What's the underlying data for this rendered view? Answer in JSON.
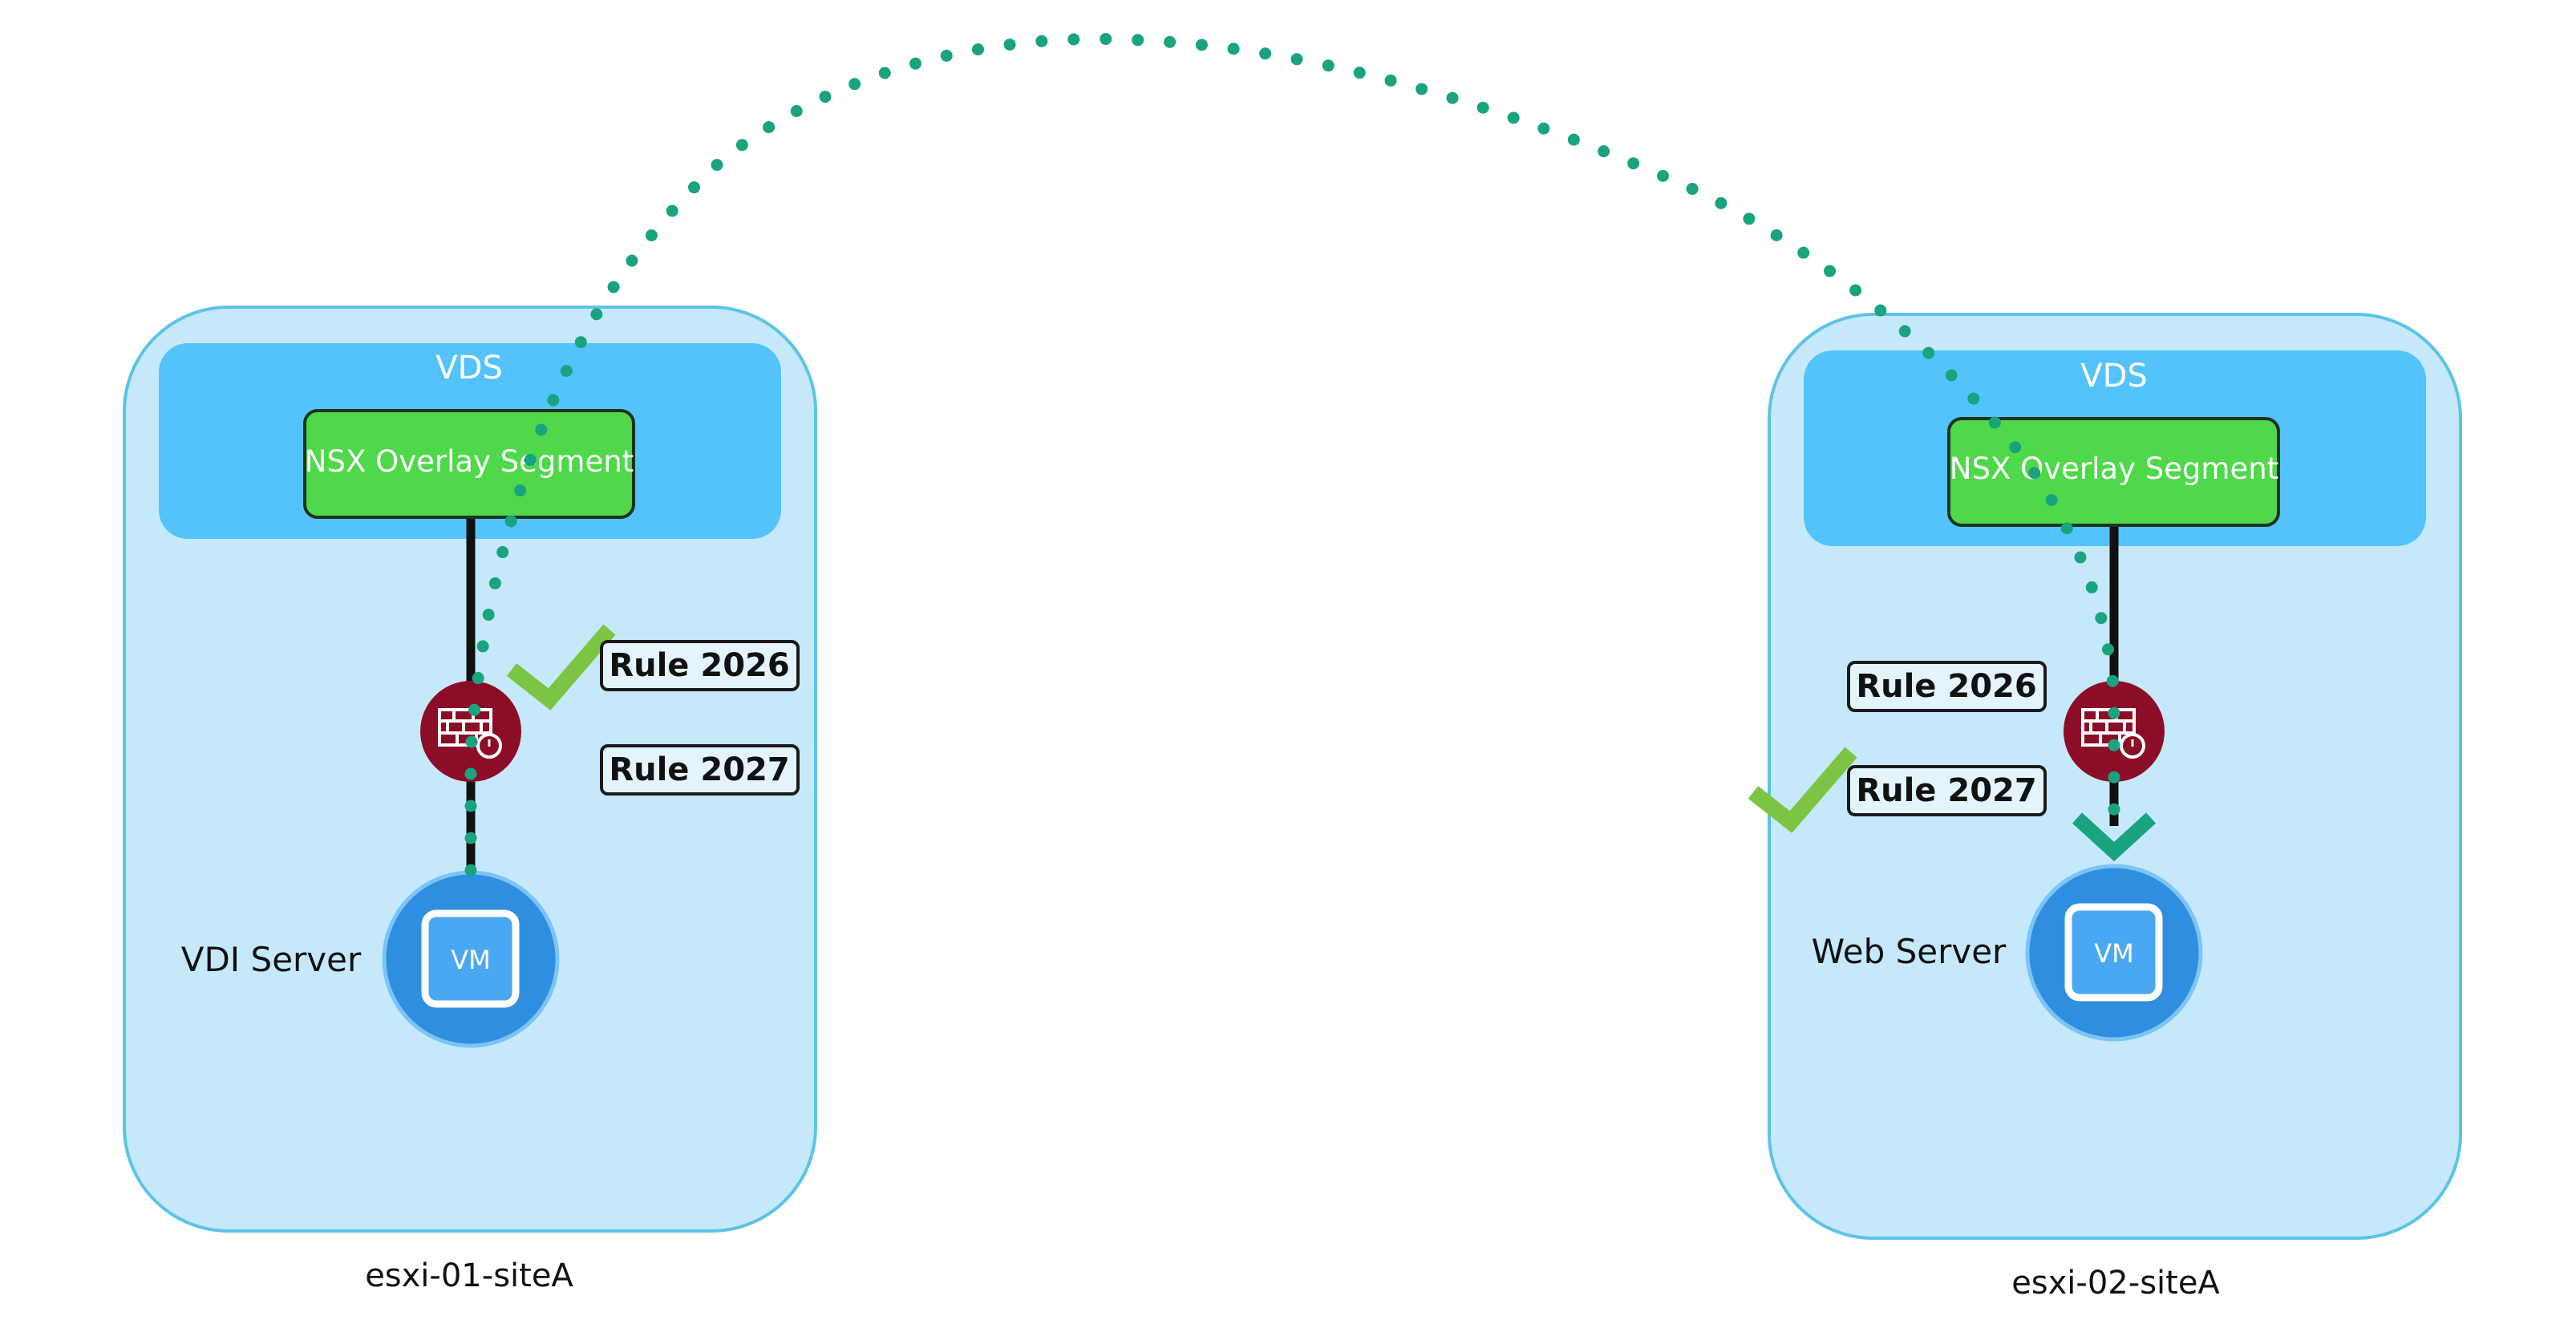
{
  "hosts": [
    {
      "name": "esxi-01-siteA",
      "vds_label": "VDS",
      "segment_label": "NSX Overlay Segment",
      "rules": [
        "Rule 2026",
        "Rule 2027"
      ],
      "allowed_rule": "Rule 2026",
      "vm_label": "VM",
      "server_label": "VDI Server"
    },
    {
      "name": "esxi-02-siteA",
      "vds_label": "VDS",
      "segment_label": "NSX Overlay Segment",
      "rules": [
        "Rule 2026",
        "Rule 2027"
      ],
      "allowed_rule": "Rule 2027",
      "vm_label": "VM",
      "server_label": "Web Server"
    }
  ],
  "colors": {
    "host_fill": "#c5e9fb",
    "host_stroke": "#5cc3e8",
    "vds_fill": "#54c3fb",
    "segment_fill": "#4fd84a",
    "firewall": "#8c0d27",
    "vm_circle": "#2f8ee0",
    "vm_box": "#4aa8f2",
    "check": "#7cc444",
    "traffic_path": "#1aa37f",
    "uplink": "#111111"
  },
  "icons": {
    "firewall": "firewall-brick-icon",
    "check": "checkmark-icon",
    "arrow": "chevron-down-icon",
    "vm": "vm-icon"
  }
}
